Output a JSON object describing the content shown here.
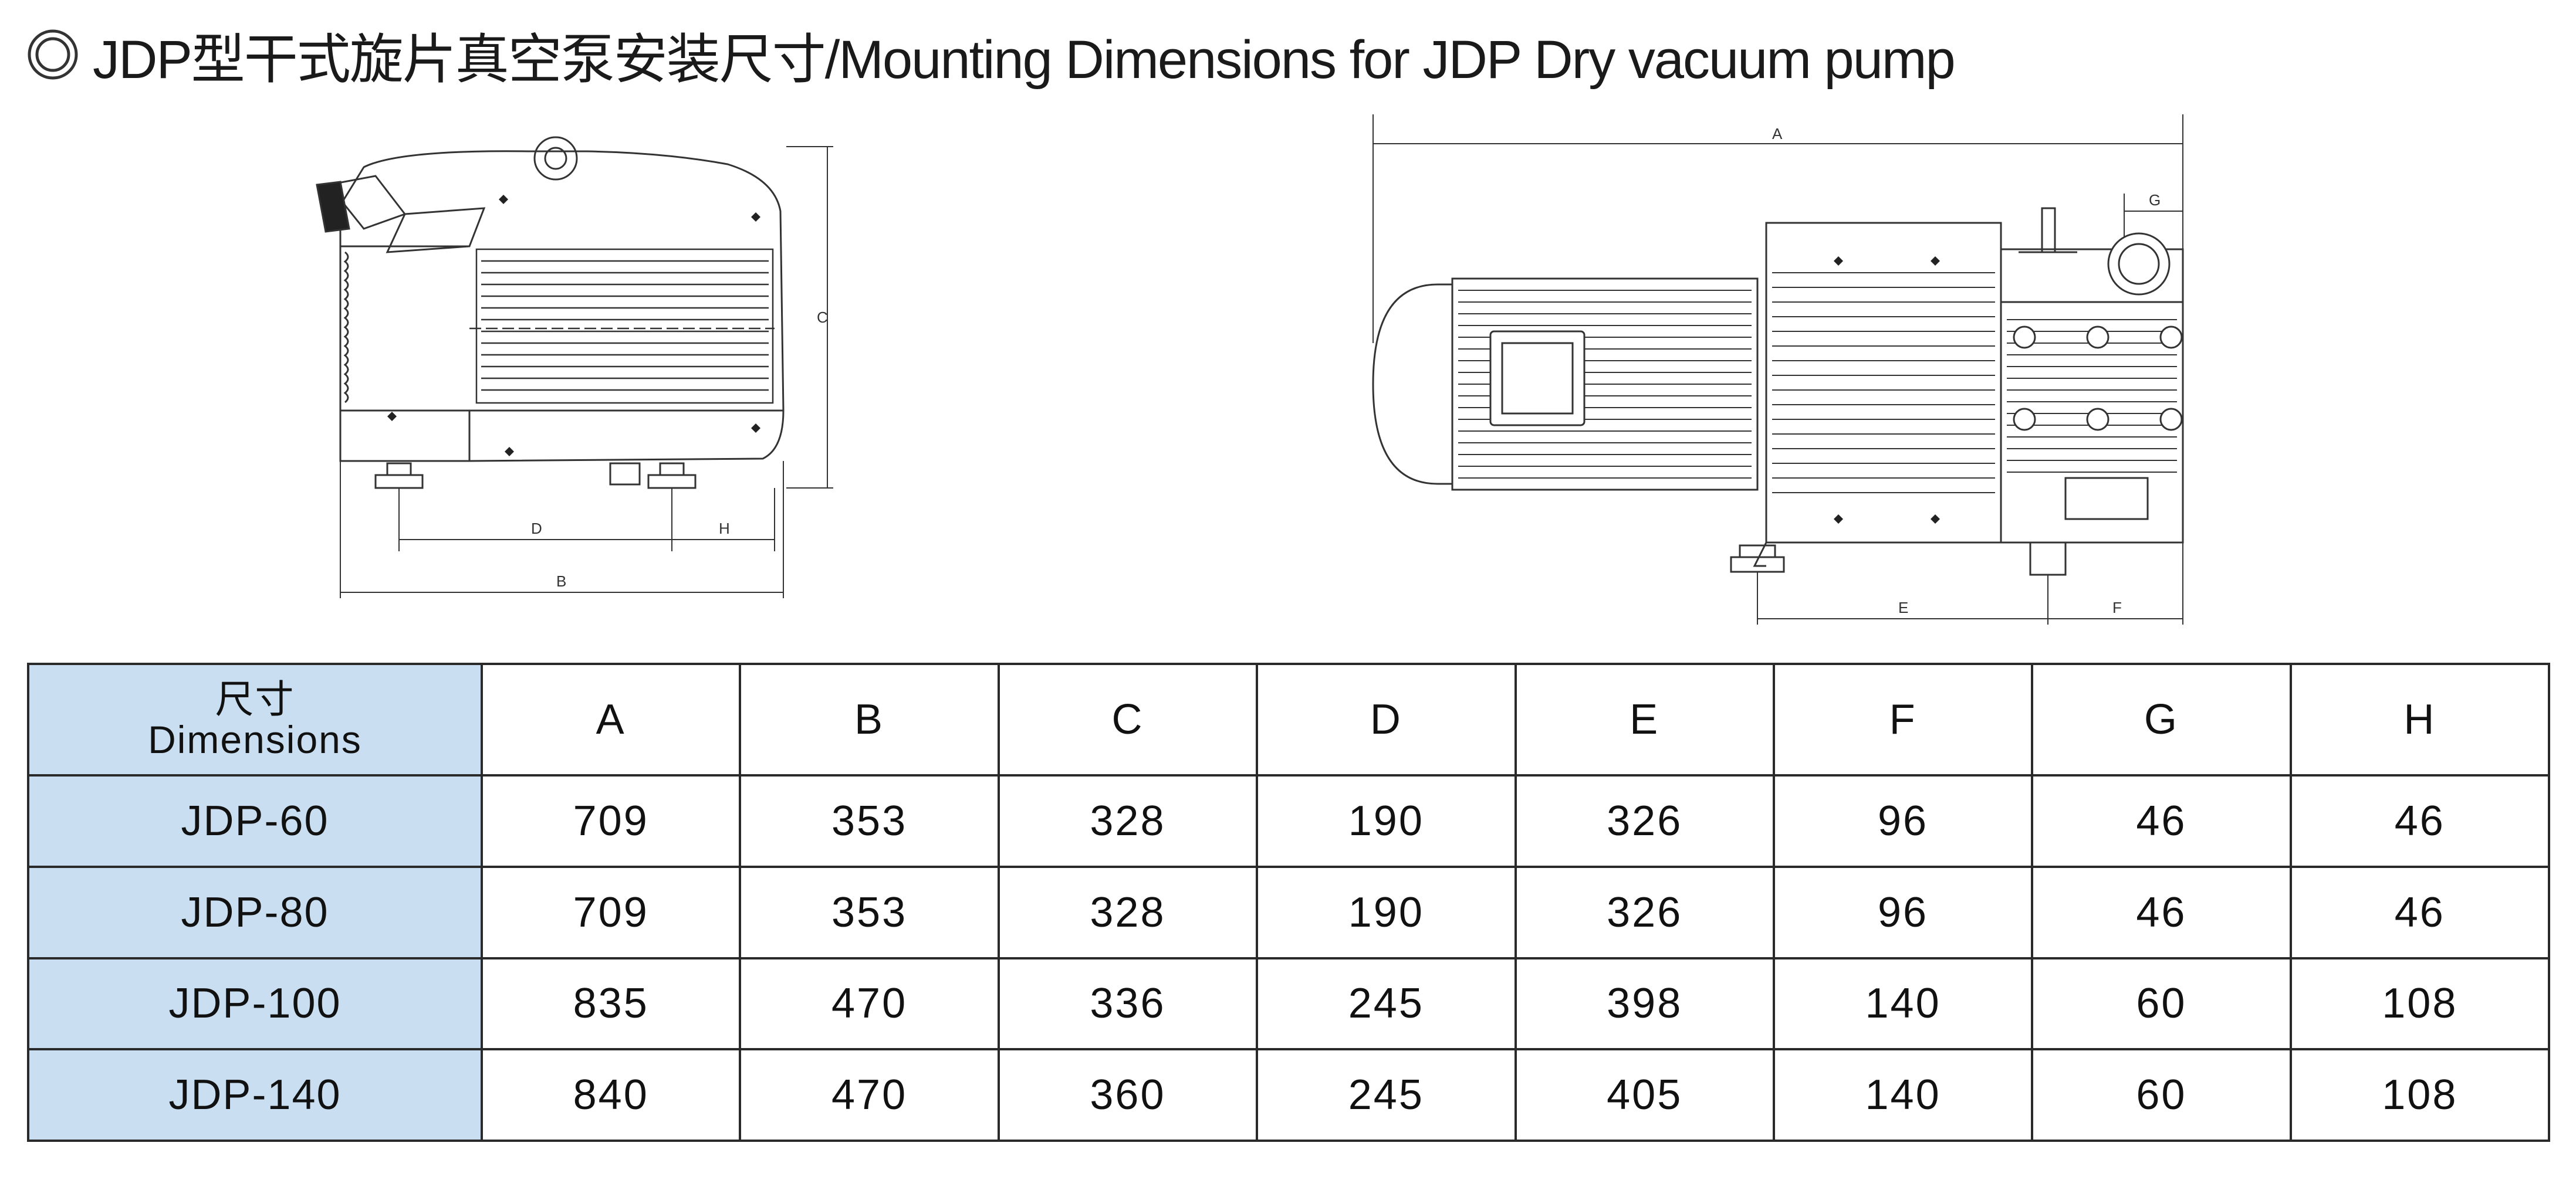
{
  "title": {
    "bullet_icon": "double-circle-icon",
    "text": "JDP型干式旋片真空泵安装尺寸/Mounting Dimensions for JDP Dry vacuum pump"
  },
  "drawings": {
    "left_labels": {
      "b": "B",
      "c": "C",
      "d": "D",
      "h": "H"
    },
    "right_labels": {
      "a": "A",
      "e": "E",
      "f": "F",
      "g": "G"
    }
  },
  "table": {
    "header_cn": "尺寸",
    "header_en": "Dimensions",
    "header_fill": "#c9dff1",
    "columns": [
      "A",
      "B",
      "C",
      "D",
      "E",
      "F",
      "G",
      "H"
    ],
    "rows": [
      {
        "model": "JDP-60",
        "values": [
          "709",
          "353",
          "328",
          "190",
          "326",
          "96",
          "46",
          "46"
        ]
      },
      {
        "model": "JDP-80",
        "values": [
          "709",
          "353",
          "328",
          "190",
          "326",
          "96",
          "46",
          "46"
        ]
      },
      {
        "model": "JDP-100",
        "values": [
          "835",
          "470",
          "336",
          "245",
          "398",
          "140",
          "60",
          "108"
        ]
      },
      {
        "model": "JDP-140",
        "values": [
          "840",
          "470",
          "360",
          "245",
          "405",
          "140",
          "60",
          "108"
        ]
      }
    ]
  }
}
